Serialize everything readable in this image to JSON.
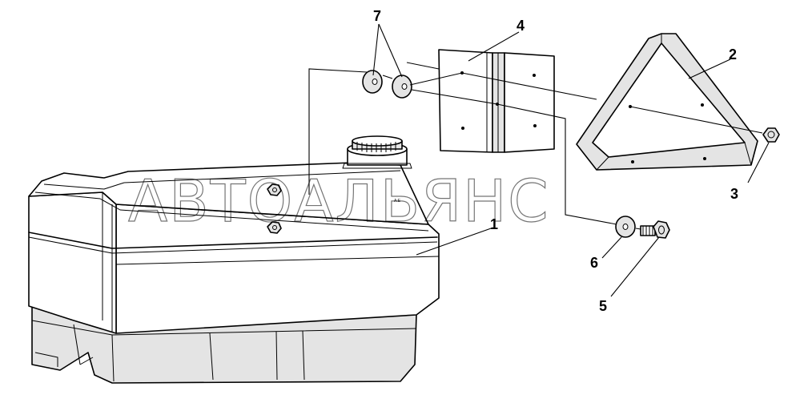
{
  "callouts": {
    "c1": "1",
    "c2": "2",
    "c3": "3",
    "c4": "4",
    "c5": "5",
    "c6": "6",
    "c7": "7"
  },
  "watermark": "АВТОАЛЬЯНС",
  "tank_marking": "A:E"
}
